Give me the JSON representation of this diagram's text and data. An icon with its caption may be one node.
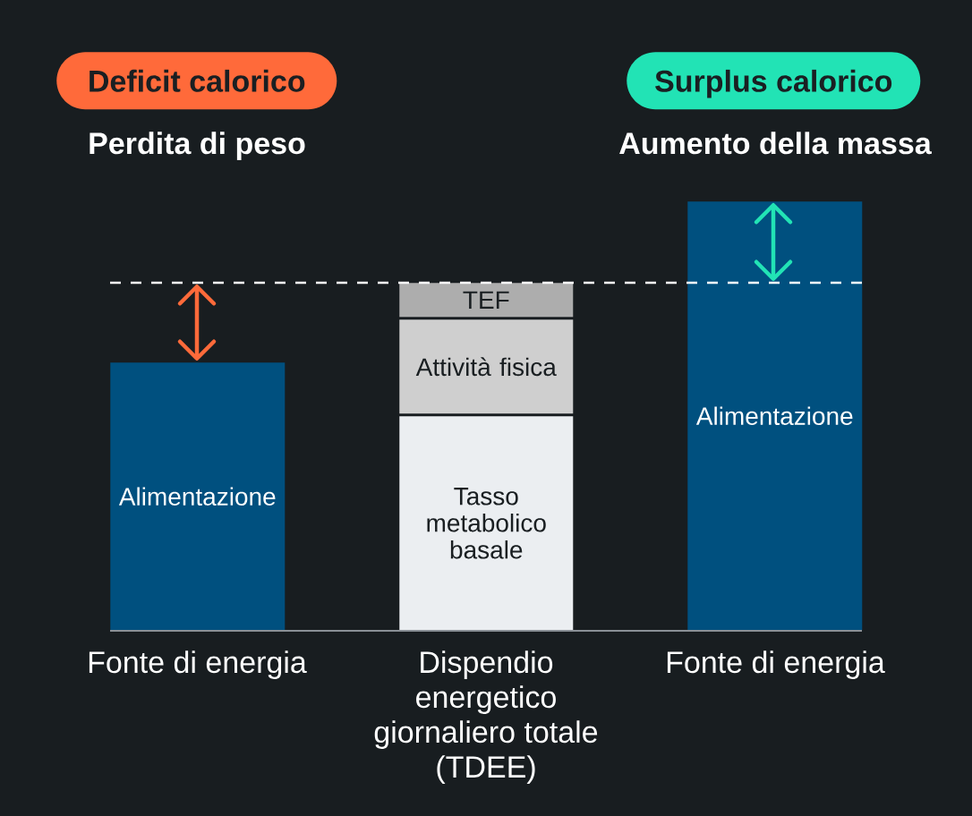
{
  "diagram": {
    "nodes": [
      {
        "text": [
          "Deficit calorico"
        ],
        "beside": [
          "Perdita di peso"
        ]
      },
      {
        "text": [
          "Surplus calorico"
        ],
        "beside": [
          "Aumento della massa"
        ]
      },
      {
        "text": [
          "Alimentazione"
        ],
        "beside": [
          "Fonte di energia"
        ]
      },
      {
        "text": [
          "TEF"
        ]
      },
      {
        "text": [
          "Attività fisica"
        ]
      },
      {
        "text": [
          "Tasso metabolico basale"
        ],
        "beside": [
          "Dispendio energetico giornaliero totale (TDEE)"
        ]
      },
      {
        "text": [
          "Alimentazione"
        ],
        "beside": [
          "Fonte di energia"
        ]
      }
    ]
  }
}
